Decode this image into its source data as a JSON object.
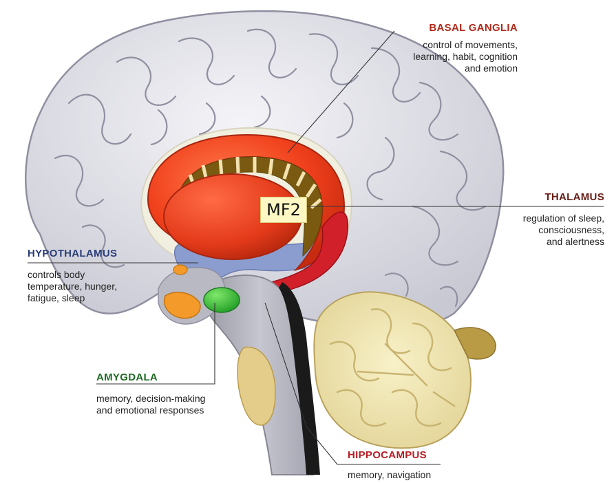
{
  "colors": {
    "basal_ganglia": "#b02a1a",
    "thalamus": "#6a1c14",
    "hypothalamus": "#2a3f7a",
    "amygdala": "#1e6a22",
    "hippocampus": "#b81c24"
  },
  "labels": {
    "basal_ganglia": {
      "title": "BASAL GANGLIA",
      "desc": "control of movements,\nlearning, habit, cognition\nand emotion"
    },
    "thalamus": {
      "title": "THALAMUS",
      "desc": "regulation of sleep,\nconsciousness,\nand alertness"
    },
    "hypothalamus": {
      "title": "HYPOTHALAMUS",
      "desc": "controls body\ntemperature, hunger,\nfatigue, sleep"
    },
    "amygdala": {
      "title": "AMYGDALA",
      "desc": "memory, decision-making\nand emotional responses"
    },
    "hippocampus": {
      "title": "HIPPOCAMPUS",
      "desc": "memory, navigation"
    }
  },
  "overlay_tag": "MF2"
}
